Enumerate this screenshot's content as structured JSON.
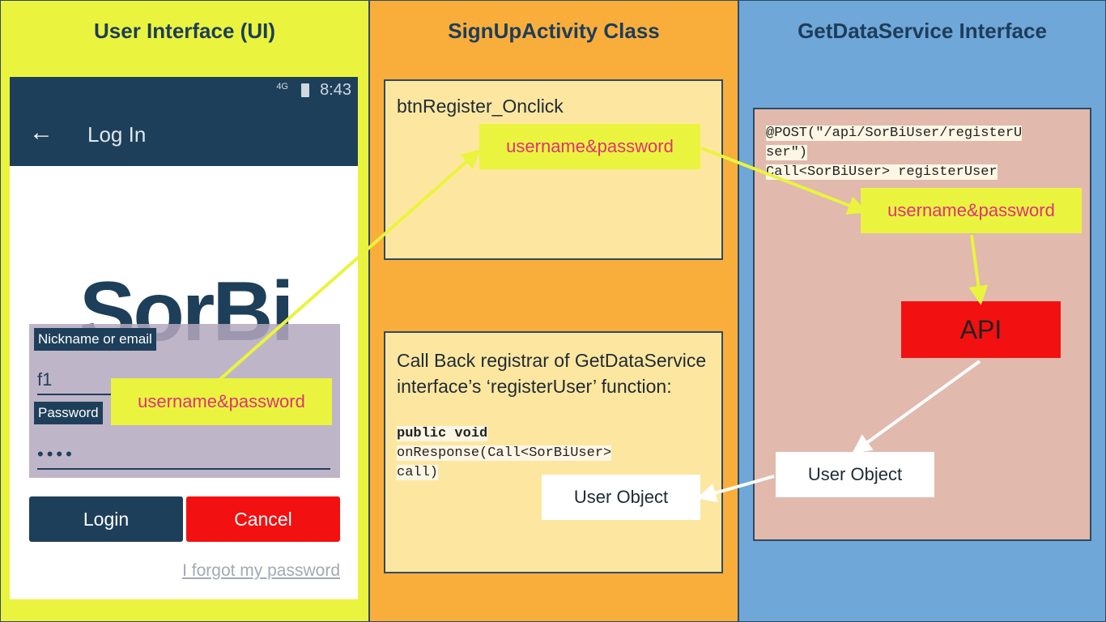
{
  "columns": {
    "ui": {
      "title": "User Interface (UI)",
      "color": "#eaf43e"
    },
    "signup": {
      "title": "SignUpActivity Class",
      "color": "#f9ae3c"
    },
    "service": {
      "title": "GetDataService Interface",
      "color": "#6fa7d8"
    }
  },
  "phone": {
    "status_network": "4G",
    "status_time": "8:43",
    "appbar_title": "Log In",
    "logo": "SorBi",
    "nickname_label": "Nickname or email",
    "nickname_value": "f1",
    "password_label": "Password",
    "password_value": "••••",
    "login_label": "Login",
    "cancel_label": "Cancel",
    "forgot_label": "I forgot my password",
    "icons": {
      "back": "arrow-left-icon",
      "battery": "battery-icon"
    }
  },
  "signup": {
    "onclick_title": "btnRegister_Onclick",
    "callback_text": "Call Back registrar of GetDataService interface’s ‘registerUser’ function:",
    "callback_code_1": "public void",
    "callback_code_2": "onResponse(Call<SorBiUser>",
    "callback_code_3": "call)"
  },
  "service": {
    "code_1": "@POST(\"/api/SorBiUser/registerU",
    "code_2": "ser\")",
    "code_3": "Call<SorBiUser> registerUser",
    "api_label": "API"
  },
  "tags": {
    "ui_credentials": "username&password",
    "signup_credentials": "username&password",
    "service_credentials": "username&password",
    "service_user_object": "User Object",
    "signup_user_object": "User Object"
  },
  "colors": {
    "dark_navy": "#1e3f5a",
    "alert_red": "#f21010",
    "tag_yellow": "#eaf43e",
    "tag_text": "#e0317a"
  }
}
